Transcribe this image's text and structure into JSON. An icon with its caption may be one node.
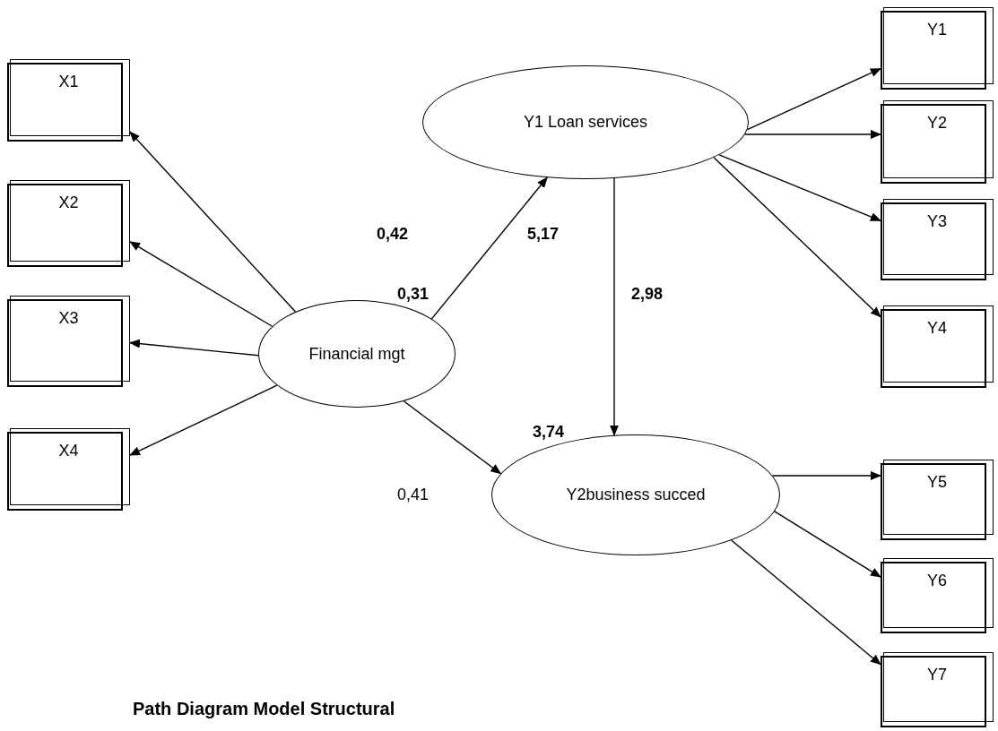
{
  "diagram": {
    "caption": "Path Diagram Model Structural",
    "nodes": [
      {
        "text": [
          "X1"
        ]
      },
      {
        "text": [
          "X2"
        ]
      },
      {
        "text": [
          "X3"
        ]
      },
      {
        "text": [
          "X4"
        ]
      },
      {
        "text": [
          "Y1 Loan services"
        ]
      },
      {
        "text": [
          "Financial mgt"
        ]
      },
      {
        "text": [
          "Y2business succed"
        ]
      },
      {
        "text": [
          "Y1"
        ]
      },
      {
        "text": [
          "Y2"
        ]
      },
      {
        "text": [
          "Y3"
        ]
      },
      {
        "text": [
          "Y4"
        ]
      },
      {
        "text": [
          "Y5"
        ]
      },
      {
        "text": [
          "Y6"
        ]
      },
      {
        "text": [
          "Y7"
        ]
      }
    ],
    "edges": [
      {
        "from": 5,
        "to": 0,
        "arrow": "to"
      },
      {
        "from": 5,
        "to": 1,
        "arrow": "to"
      },
      {
        "from": 5,
        "to": 2,
        "arrow": "to"
      },
      {
        "from": 5,
        "to": 3,
        "arrow": "to"
      },
      {
        "from": 5,
        "to": 4,
        "arrow": "to"
      },
      {
        "from": 5,
        "to": 6,
        "arrow": "to"
      },
      {
        "from": 4,
        "to": 6,
        "arrow": "to"
      },
      {
        "from": 4,
        "to": 7,
        "arrow": "to"
      },
      {
        "from": 4,
        "to": 8,
        "arrow": "to"
      },
      {
        "from": 4,
        "to": 9,
        "arrow": "to"
      },
      {
        "from": 4,
        "to": 10,
        "arrow": "to"
      },
      {
        "from": 6,
        "to": 11,
        "arrow": "to"
      },
      {
        "from": 6,
        "to": 12,
        "arrow": "to"
      },
      {
        "from": 6,
        "to": 13,
        "arrow": "to"
      }
    ],
    "labels": [
      "0,42",
      "5,17",
      "0,31",
      "2,98",
      "3,74",
      "0,41"
    ]
  }
}
